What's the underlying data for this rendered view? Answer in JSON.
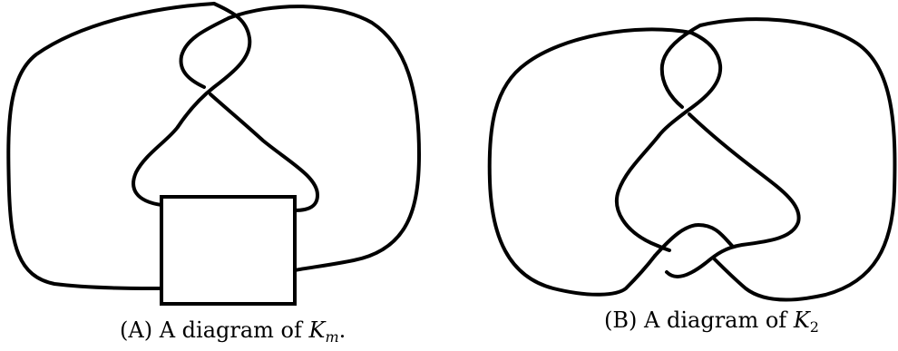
{
  "figure": {
    "panels": [
      {
        "id": "A",
        "label": "A",
        "text": "A diagram of",
        "knot_symbol": "K",
        "subscript": "m",
        "trailing": "."
      },
      {
        "id": "B",
        "label": "B",
        "text": "A diagram of",
        "knot_symbol": "K",
        "subscript": "2",
        "trailing": ""
      }
    ]
  }
}
